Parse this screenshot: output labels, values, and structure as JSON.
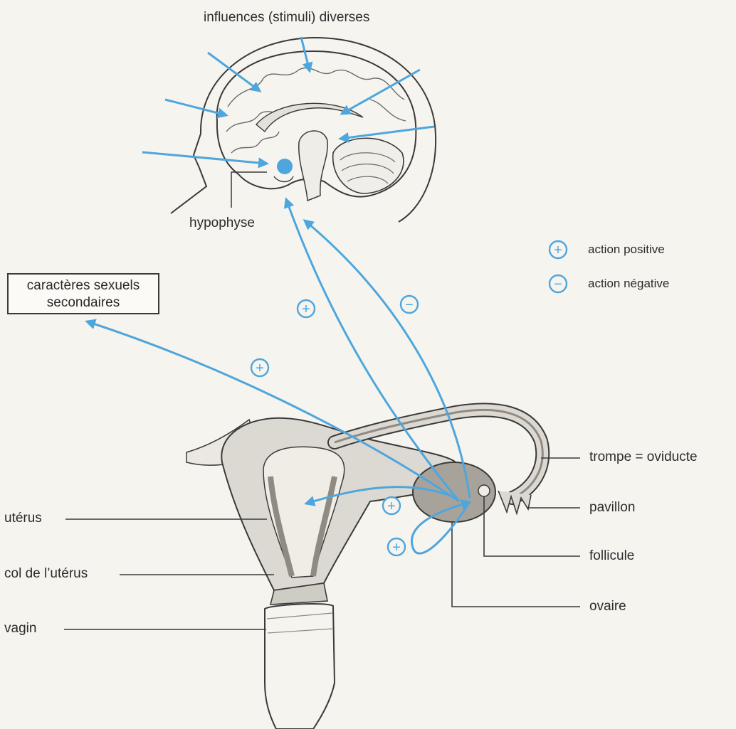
{
  "title": "influences (stimuli) diverses",
  "labels": {
    "hypophyse": "hypophyse",
    "caracteres_line1": "caractères sexuels",
    "caracteres_line2": "secondaires",
    "trompe": "trompe = oviducte",
    "pavillon": "pavillon",
    "follicule": "follicule",
    "ovaire": "ovaire",
    "uterus": "utérus",
    "col": "col de l’utérus",
    "vagin": "vagin"
  },
  "legend": {
    "positive_symbol": "+",
    "positive_label": "action positive",
    "negative_symbol": "−",
    "negative_label": "action négative"
  },
  "signs": {
    "ovary_to_pituitary": "+",
    "ovary_to_pituitary_feedback": "−",
    "ovary_to_secondary_characteristics": "+",
    "ovary_to_uterus": "+",
    "ovary_to_follicle": "+"
  },
  "colors": {
    "accent": "#4fa6dc",
    "tissue_light": "#d9d6cf",
    "tissue_dark": "#8f8a82",
    "ink": "#2b2b2b"
  }
}
